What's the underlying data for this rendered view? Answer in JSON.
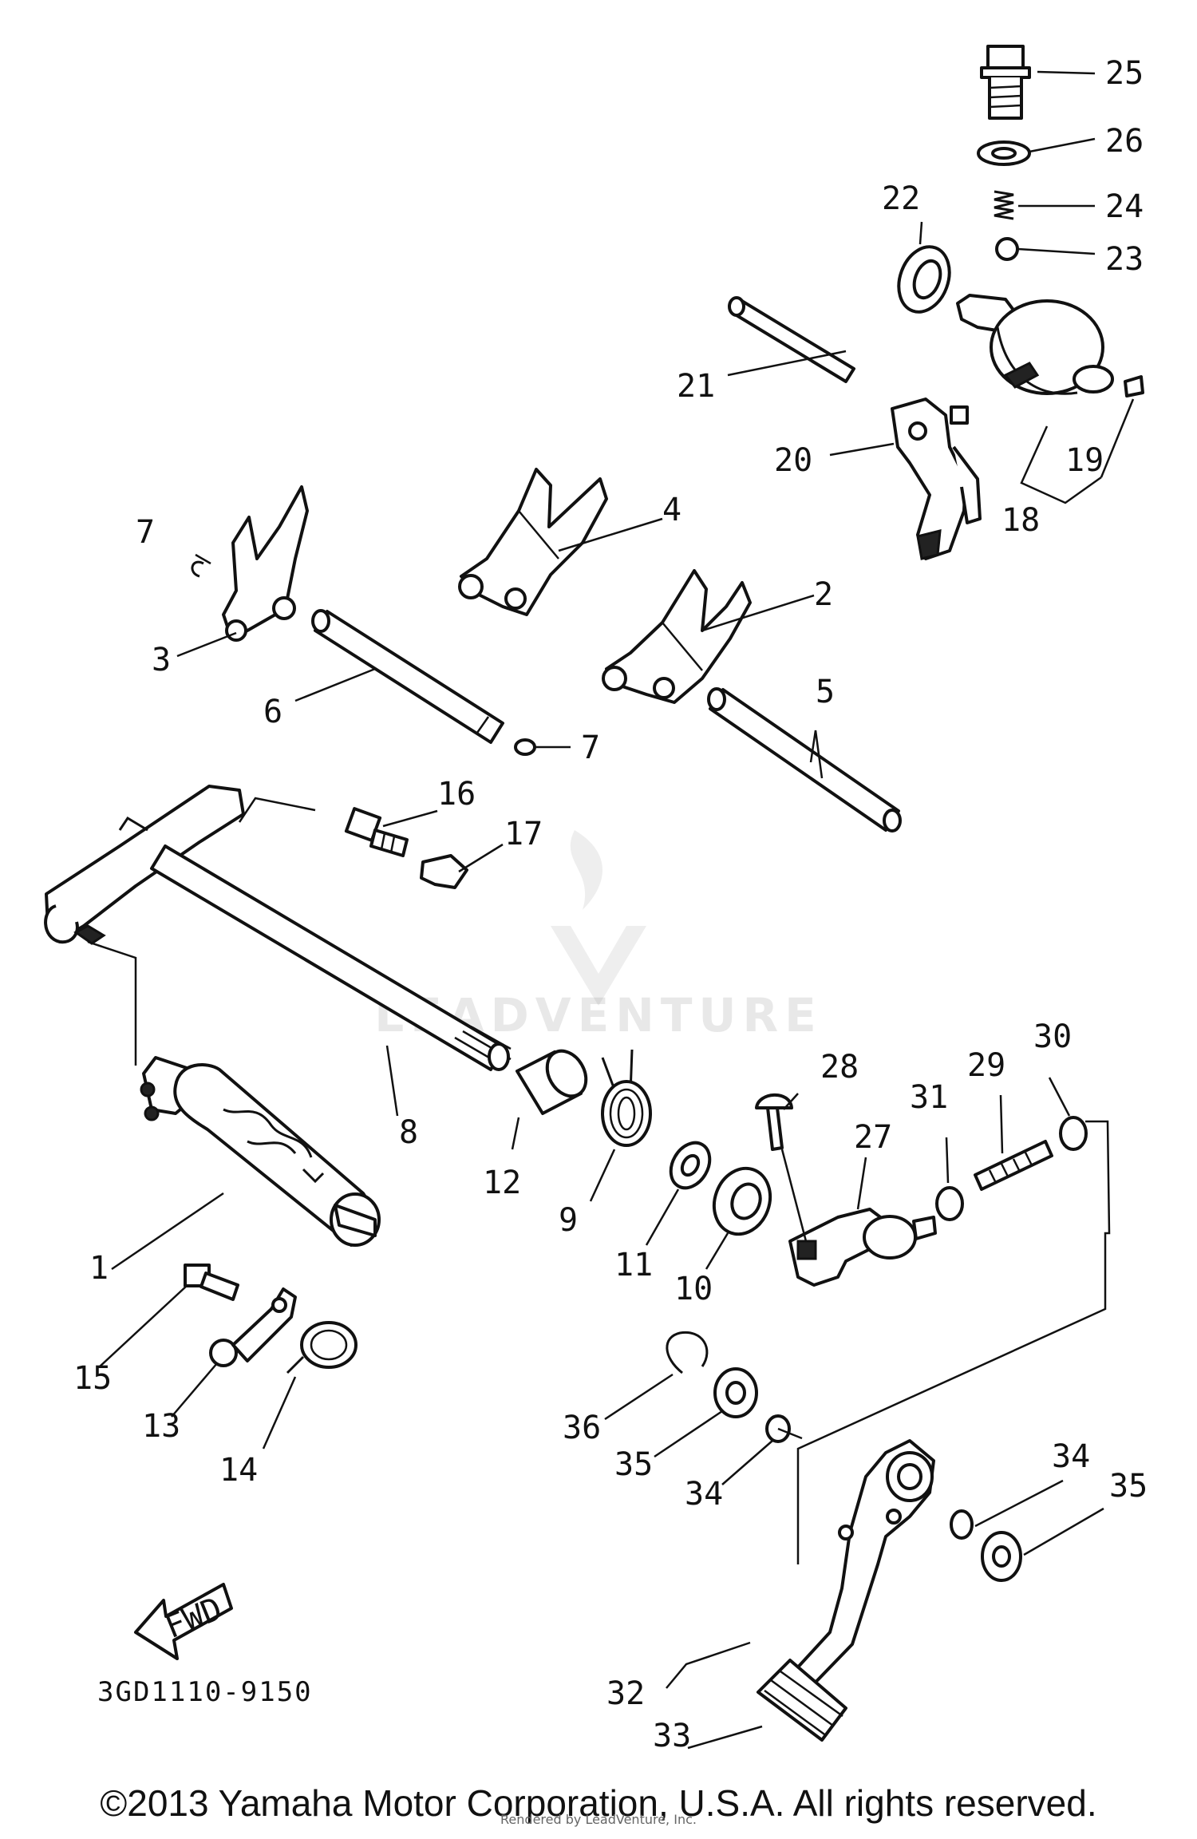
{
  "diagram": {
    "code": "3GD1110-9150",
    "fwd_label": "FWD",
    "watermark": "LEADVENTURE",
    "copyright": "©2013 Yamaha Motor Corporation, U.S.A. All rights reserved.",
    "rendered_by": "Rendered by LeadVenture, Inc.",
    "labels": {
      "l1": "1",
      "l2": "2",
      "l3": "3",
      "l4": "4",
      "l5": "5",
      "l6": "6",
      "l7a": "7",
      "l7b": "7",
      "l8": "8",
      "l9": "9",
      "l10": "10",
      "l11": "11",
      "l12": "12",
      "l13": "13",
      "l14": "14",
      "l15": "15",
      "l16": "16",
      "l17": "17",
      "l18": "18",
      "l19": "19",
      "l20": "20",
      "l21": "21",
      "l22": "22",
      "l23": "23",
      "l24": "24",
      "l25": "25",
      "l26": "26",
      "l27": "27",
      "l28": "28",
      "l29": "29",
      "l30": "30",
      "l31": "31",
      "l32": "32",
      "l33": "33",
      "l34a": "34",
      "l34b": "34",
      "l35a": "35",
      "l35b": "35",
      "l36": "36"
    }
  }
}
